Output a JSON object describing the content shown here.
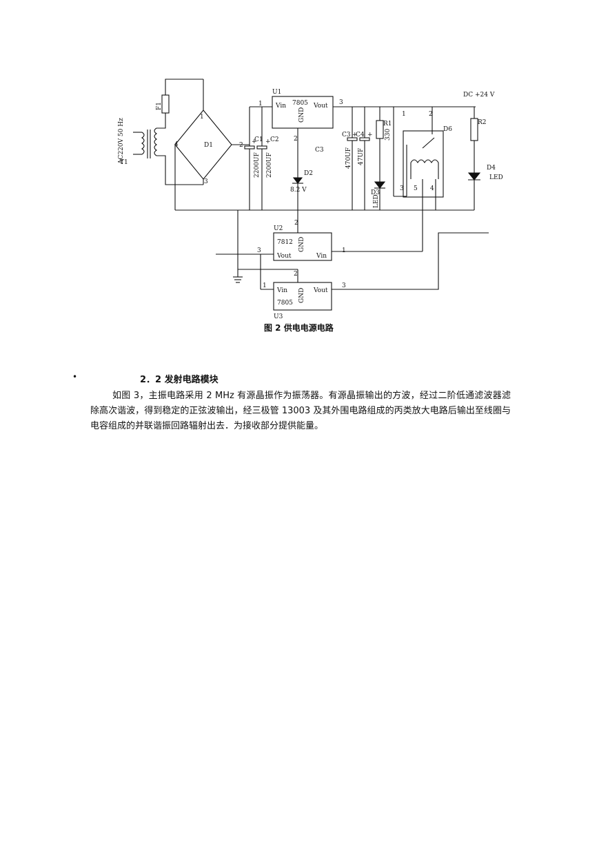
{
  "figure": {
    "caption": "图 2   供电电源电路",
    "labels": {
      "source": "AC220V 50 Hz",
      "t1": "T1",
      "f1": "F1",
      "d1": "D1",
      "c1": "C1",
      "c2": "C2",
      "c1_value": "2200UF",
      "c2_value": "2200UF",
      "u1": "U1",
      "u1_part": "7805",
      "u1_vin": "Vin",
      "u1_vout": "Vout",
      "u1_gnd": "GND",
      "c3_mid": "C3",
      "d2": "D2",
      "d2_value": "8.2 V",
      "c3": "C3",
      "c4": "C4",
      "c3_value": "470UF",
      "c4_value": "47UF",
      "r1": "R1",
      "r1_value": "330",
      "d3": "D3",
      "d3_value": "LED",
      "d6": "D6",
      "dc_out": "DC +24 V",
      "r2": "R2",
      "d4": "D4",
      "d4_value": "LED",
      "u2": "U2",
      "u2_part": "7812",
      "u2_vin": "Vin",
      "u2_vout": "Vout",
      "u2_gnd": "GND",
      "u3": "U3",
      "u3_part": "7805",
      "u3_vin": "Vin",
      "u3_vout": "Vout",
      "u3_gnd": "GND",
      "pin1": "1",
      "pin2": "2",
      "pin3": "3",
      "pin4": "4",
      "pin5": "5",
      "plus": "+"
    }
  },
  "section": {
    "bullet": "•",
    "heading": "2．2  发射电路模块",
    "paragraph": "如图 3，主振电路采用 2 MHz 有源晶振作为振荡器。有源晶振输出的方波，经过二阶低通滤波器滤除高次谐波，得到稳定的正弦波输出，经三极管 13003 及其外围电路组成的丙类放大电路后输出至线圈与电容组成的并联谐振回路辐射出去．为接收部分提供能量。"
  }
}
